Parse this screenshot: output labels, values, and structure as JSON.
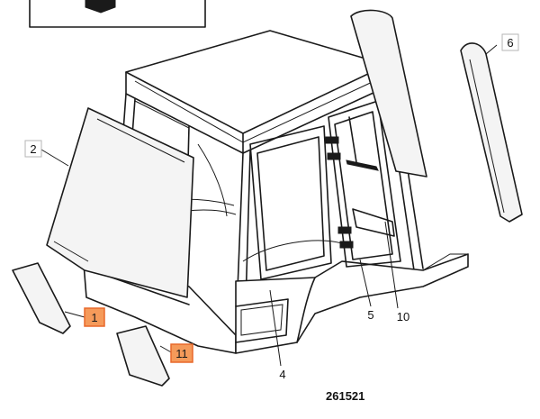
{
  "parts": [
    {
      "id": "p1",
      "number": "1",
      "highlighted": true
    },
    {
      "id": "p2",
      "number": "2",
      "highlighted": false
    },
    {
      "id": "p4",
      "number": "4",
      "highlighted": false
    },
    {
      "id": "p5",
      "number": "5",
      "highlighted": false
    },
    {
      "id": "p6",
      "number": "6",
      "highlighted": false
    },
    {
      "id": "p10",
      "number": "10",
      "highlighted": false
    },
    {
      "id": "p11",
      "number": "11",
      "highlighted": true
    }
  ],
  "drawing_code": "261521",
  "colors": {
    "highlight_fill": "#f59a5a",
    "highlight_border": "#e8682a",
    "line": "#1a1a1a"
  }
}
